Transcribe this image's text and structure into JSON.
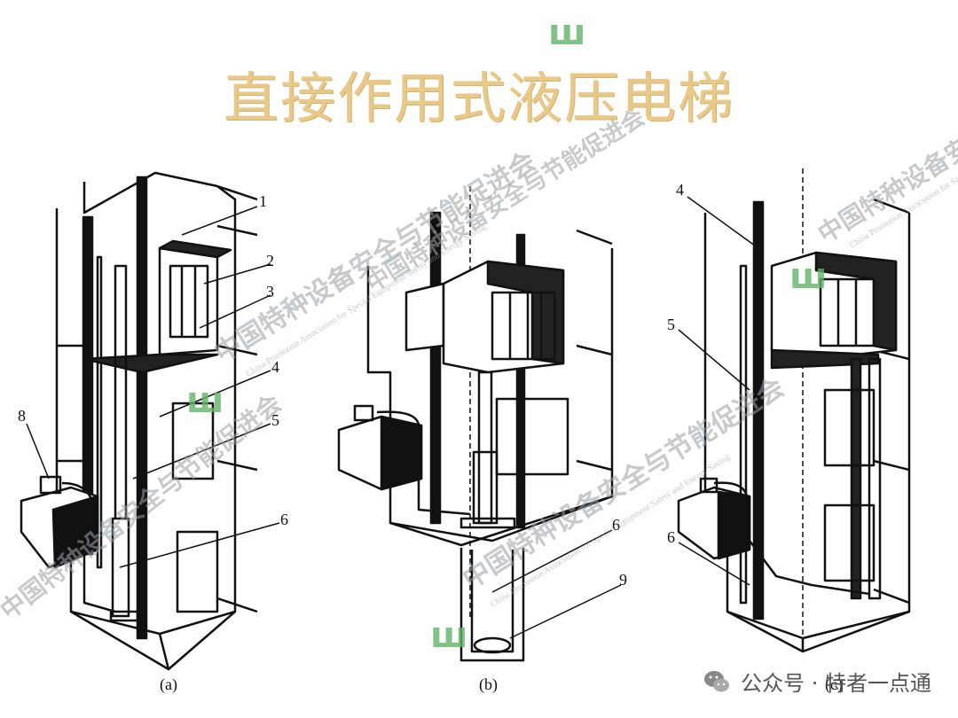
{
  "title": "直接作用式液压电梯",
  "panels": [
    {
      "caption": "(a)",
      "callouts": [
        "1",
        "2",
        "3",
        "4",
        "5",
        "6",
        "8"
      ]
    },
    {
      "caption": "(b)",
      "callouts": [
        "6",
        "9"
      ]
    },
    {
      "caption": "(c)",
      "callouts": [
        "4",
        "5",
        "6"
      ]
    }
  ],
  "watermarks": {
    "org_cn": "中国特种设备安全与节能促进会",
    "org_en": "China Promotion Association for Special Equipment Safety and Energy Saving",
    "logo": "ꟺ"
  },
  "footer": {
    "label": "公众号 · 特者一点通"
  },
  "colors": {
    "title": "#e9c98a",
    "watermark_logo": "#62b56a",
    "line": "#111111"
  }
}
